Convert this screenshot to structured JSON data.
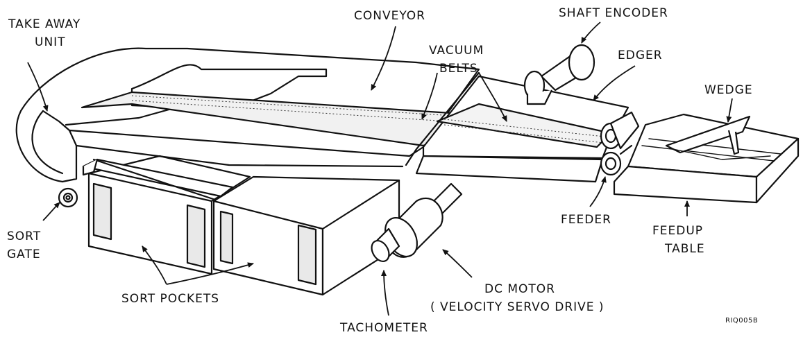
{
  "labels": {
    "take_away_unit": [
      "TAKE AWAY",
      "UNIT"
    ],
    "conveyor": "CONVEYOR",
    "shaft_encoder": "SHAFT ENCODER",
    "vacuum_belts": [
      "VACUUM",
      "BELTS"
    ],
    "edger": "EDGER",
    "wedge": "WEDGE",
    "feeder": "FEEDER",
    "feedup_table": [
      "FEEDUP",
      "TABLE"
    ],
    "sort_gate": [
      "SORT",
      "GATE"
    ],
    "sort_pockets": "SORT POCKETS",
    "dc_motor": [
      "DC MOTOR",
      "( VELOCITY SERVO DRIVE )"
    ],
    "tachometer": "TACHOMETER",
    "drawing_id": "RIQ005B"
  }
}
